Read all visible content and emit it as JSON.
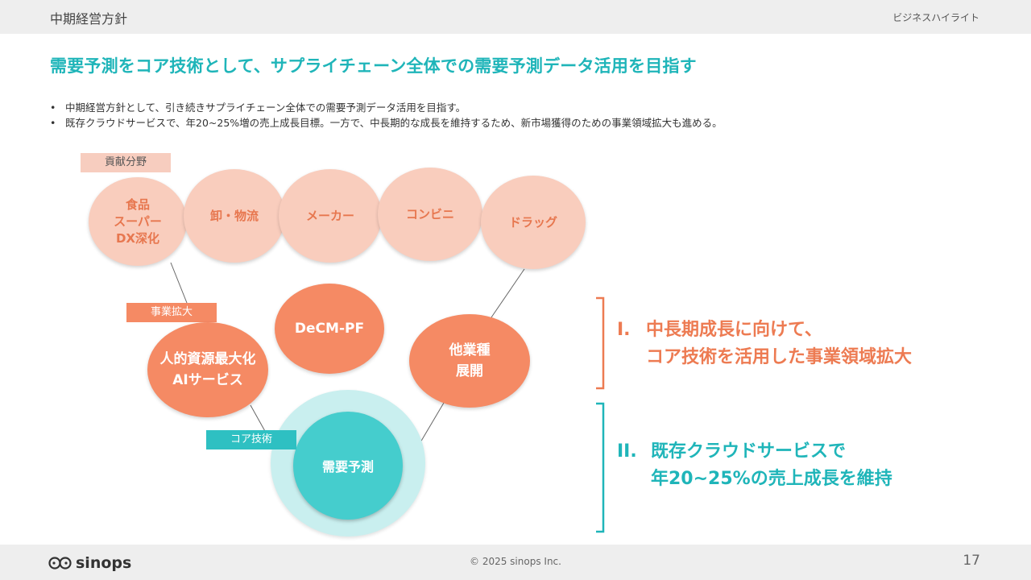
{
  "header": {
    "section_title": "中期経営方針",
    "section_tag": "ビジネスハイライト"
  },
  "headline": "需要予測をコア技術として、サプライチェーン全体での需要予測データ活用を目指す",
  "bullets": [
    "中期経営方針として、引き続きサプライチェーン全体での需要予測データ活用を目指す。",
    "既存クラウドサービスで、年20~25%増の売上成長目標。一方で、中長期的な成長を維持するため、新市場獲得のための事業領域拡大も進める。"
  ],
  "diagram": {
    "tags": {
      "contribution": "貢献分野",
      "expansion": "事業拡大",
      "core": "コア技術"
    },
    "contribution_circles": [
      [
        "食品",
        "スーパー",
        "DX深化"
      ],
      [
        "卸・物流"
      ],
      [
        "メーカー"
      ],
      [
        "コンビニ"
      ],
      [
        "ドラッグ"
      ]
    ],
    "expansion_circles": {
      "ai": [
        "人的資源最大化",
        "AIサービス"
      ],
      "decm": "DeCM-PF",
      "other": [
        "他業種",
        "展開"
      ]
    },
    "core_circle": "需要予測"
  },
  "points": {
    "one": {
      "number": "I.",
      "line1": "中長期成長に向けて、",
      "line2": "コア技術を活用した事業領域拡大",
      "color": "#ed7b52"
    },
    "two": {
      "number": "II.",
      "line1": "既存クラウドサービスで",
      "line2": "年20~25%の売上成長を維持",
      "color": "#1fb5b9"
    }
  },
  "footer": {
    "logo": "sinops",
    "copyright": "© 2025 sinops Inc.",
    "page_number": "17"
  },
  "colors": {
    "teal": "#1fb5b9",
    "orange": "#f58a64",
    "light_orange": "#f9cdbd",
    "halo": "#c9efef"
  }
}
